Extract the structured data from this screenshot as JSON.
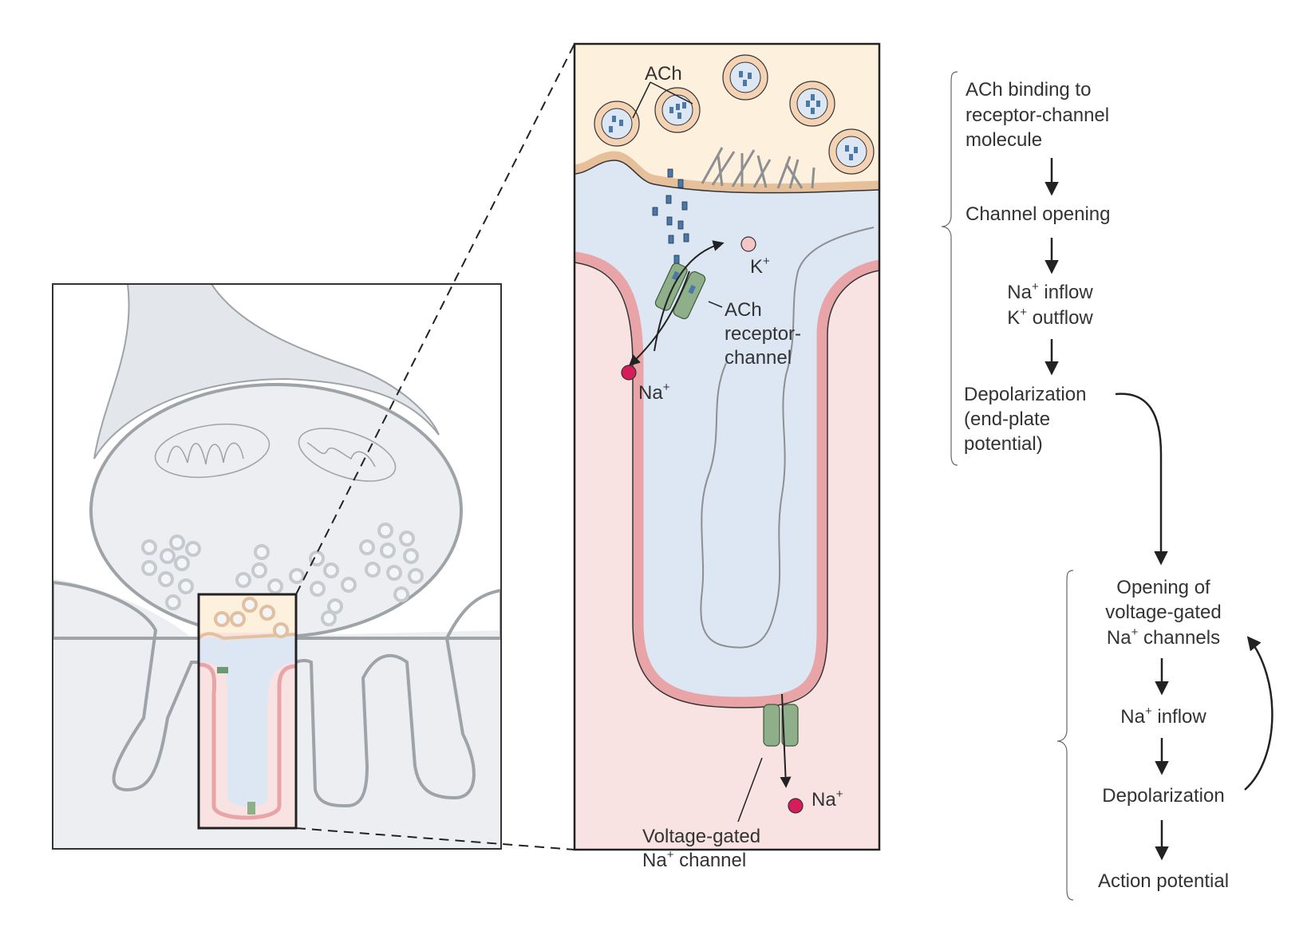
{
  "colors": {
    "presynaptic": "#fdf0dc",
    "presynaptic_membrane": "#e6c09b",
    "cleft": "#dde6f3",
    "postsynaptic": "#f9e2e2",
    "postsynaptic_membrane": "#e8a4a7",
    "receptor_channel": "#8fae8a",
    "ach": "#4a78a8",
    "sodium_ion": "#d81b5a",
    "potassium_ion": "#f4c6c6",
    "terminal": "#eceef1"
  },
  "panel_labels": {
    "ach_vesicles": "ACh",
    "k_ion": {
      "base": "K",
      "sup": "+"
    },
    "receptor": {
      "line1": "ACh",
      "line2": "receptor-",
      "line3": "channel"
    },
    "na_ion_top": {
      "base": "Na",
      "sup": "+"
    },
    "na_ion_bottom": {
      "base": "Na",
      "sup": "+"
    },
    "voltage_channel": {
      "line1": "Voltage-gated",
      "line2_base": "Na",
      "line2_sup": "+",
      "line2_rest": " channel"
    }
  },
  "flow_endplate": {
    "step1": [
      "ACh binding to",
      "receptor-channel",
      "molecule"
    ],
    "step2": "Channel opening",
    "step3": {
      "a_base": "Na",
      "a_sup": "+",
      "a_rest": " inflow",
      "b_base": "K",
      "b_sup": "+",
      "b_rest": " outflow"
    },
    "step4": [
      "Depolarization",
      "(end-plate",
      "potential)"
    ]
  },
  "flow_muscle": {
    "step1": {
      "line1": "Opening of",
      "line2": "voltage-gated",
      "line3_base": "Na",
      "line3_sup": "+",
      "line3_rest": " channels"
    },
    "step2": {
      "base": "Na",
      "sup": "+",
      "rest": " inflow"
    },
    "step3": "Depolarization",
    "step4": "Action potential"
  }
}
